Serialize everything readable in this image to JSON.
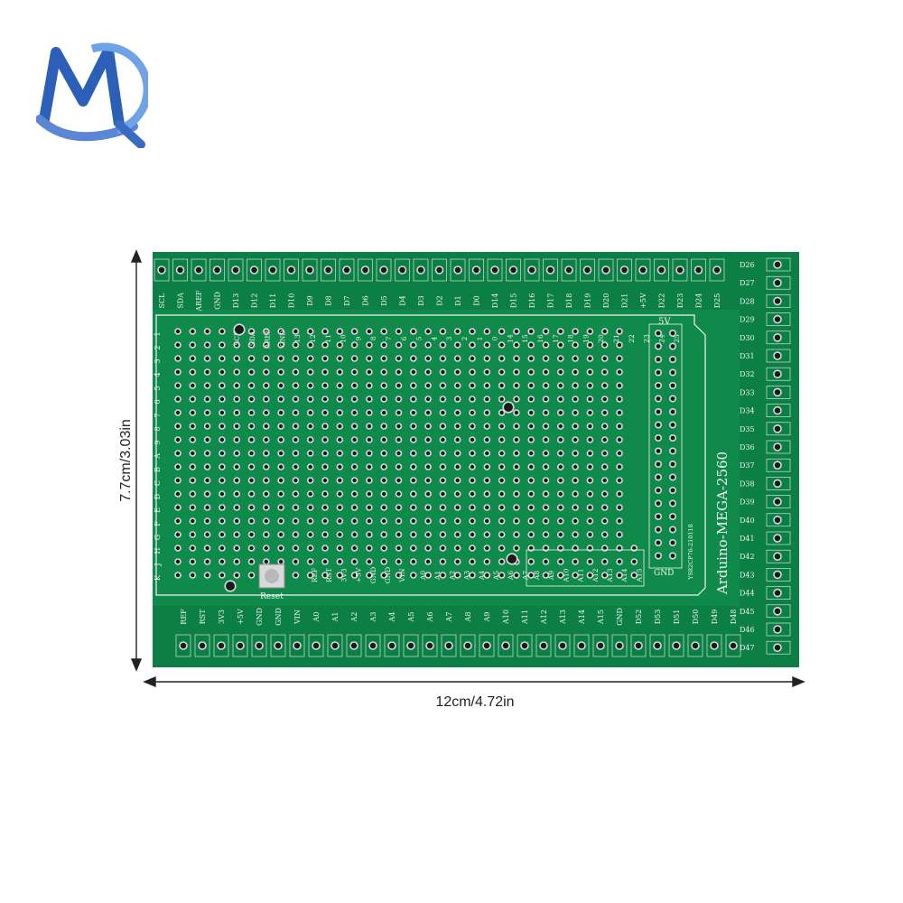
{
  "dimensions": {
    "height_label": "7.7cm/3.03in",
    "width_label": "12cm/4.72in"
  },
  "board": {
    "model_label": "Arduino-MEGA-2560",
    "reset_label": "Reset",
    "fiveV_label": "5V",
    "gnd_label": "GND",
    "serial_label": "YS82CP76-210118",
    "top_pins": [
      "SCL",
      "SDA",
      "AREF",
      "GND",
      "D13",
      "D12",
      "D11",
      "D10",
      "D9",
      "D8",
      "D7",
      "D6",
      "D5",
      "D4",
      "D3",
      "D2",
      "D1",
      "D0",
      "D14",
      "D15",
      "D16",
      "D17",
      "D18",
      "D19",
      "D20",
      "D21",
      "+5V",
      "D22",
      "D23",
      "D24",
      "D25"
    ],
    "bottom_pins": [
      "REF",
      "RST",
      "3V3",
      "+5V",
      "GND",
      "GND",
      "VIN",
      "A0",
      "A1",
      "A2",
      "A3",
      "A4",
      "A5",
      "A6",
      "A7",
      "A8",
      "A9",
      "A10",
      "A11",
      "A12",
      "A13",
      "A14",
      "A15",
      "GND",
      "D52",
      "D53",
      "D51",
      "D50",
      "D49",
      "D48"
    ],
    "right_pins": [
      "D26",
      "D27",
      "D28",
      "D29",
      "D30",
      "D31",
      "D32",
      "D33",
      "D34",
      "D35",
      "D36",
      "D37",
      "D38",
      "D39",
      "D40",
      "D41",
      "D42",
      "D43",
      "D44",
      "D45",
      "D46",
      "D47"
    ],
    "upper_header_labels": [
      "SCL",
      "SDA",
      "AREF",
      "GND",
      "13",
      "12",
      "11",
      "10",
      "9",
      "8",
      "7",
      "6",
      "5",
      "4",
      "3",
      "2",
      "1",
      "0",
      "14",
      "15",
      "16",
      "17",
      "18",
      "19",
      "20",
      "21",
      "22",
      "23",
      "24",
      "25"
    ],
    "lower_header_labels": [
      "REF",
      "RST",
      "3V3",
      "+5V",
      "GND",
      "GND",
      "VIN",
      "A0",
      "A1",
      "A2",
      "A3",
      "A4",
      "A5",
      "A6",
      "A7"
    ],
    "analog_high_labels": [
      "A8",
      "A9",
      "A10",
      "A11",
      "A12",
      "A13",
      "A14",
      "A15"
    ],
    "row_letters": [
      "1",
      "2",
      "3",
      "4",
      "5",
      "6",
      "7",
      "8",
      "9",
      "A",
      "B",
      "C",
      "D",
      "E",
      "F",
      "G",
      "H",
      "J",
      "K"
    ]
  },
  "colors": {
    "board": "#0f8a4a",
    "board_dark": "#0a6b38",
    "silkscreen": "#f2f2f2",
    "hole": "#1b1b1b",
    "pad": "#d9d9d9"
  },
  "logo": {
    "icon": "mq-logo-icon"
  }
}
